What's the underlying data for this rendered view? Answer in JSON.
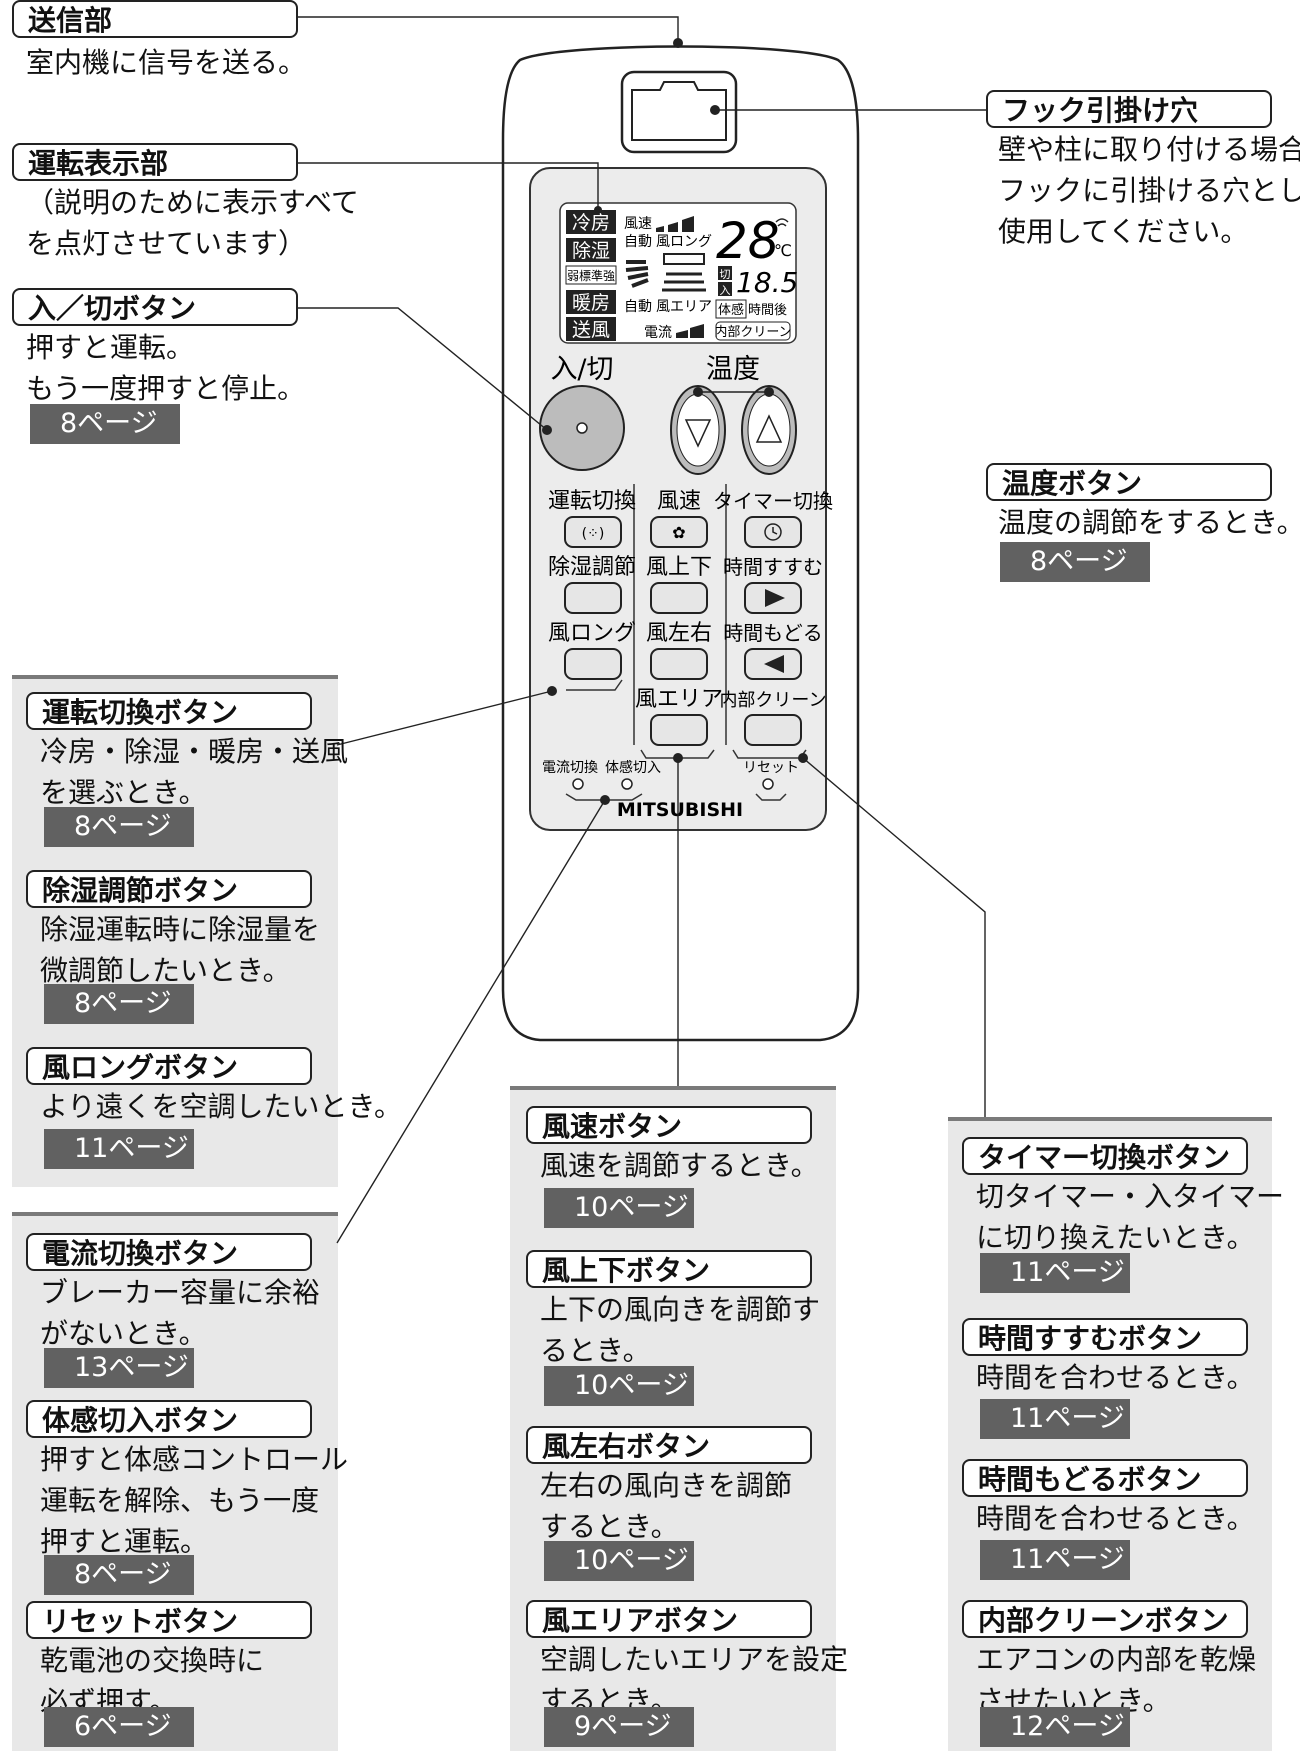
{
  "callouts": [
    {
      "id": "send",
      "label": "送信部",
      "lines": [
        "室内機に信号を送る。"
      ],
      "page": ""
    },
    {
      "id": "hook",
      "label": "フック引掛け穴",
      "lines": [
        "壁や柱に取り付ける場合、",
        "フックに引掛ける穴として",
        "使用してください。"
      ],
      "page": ""
    },
    {
      "id": "display",
      "label": "運転表示部",
      "lines": [
        "（説明のために表示すべて",
        "を点灯させています）"
      ],
      "page": ""
    },
    {
      "id": "power",
      "label": "入／切ボタン",
      "lines": [
        "押すと運転。",
        "もう一度押すと停止。"
      ],
      "page": "8ページ"
    },
    {
      "id": "temp",
      "label": "温度ボタン",
      "lines": [
        "温度の調節をするとき。"
      ],
      "page": "8ページ"
    },
    {
      "id": "mode",
      "label": "運転切換ボタン",
      "lines": [
        "冷房・除湿・暖房・送風",
        "を選ぶとき。"
      ],
      "page": "8ページ"
    },
    {
      "id": "dehum",
      "label": "除湿調節ボタン",
      "lines": [
        "除湿運転時に除湿量を",
        "微調節したいとき。"
      ],
      "page": "8ページ"
    },
    {
      "id": "long",
      "label": "風ロングボタン",
      "lines": [
        "より遠くを空調したいとき。"
      ],
      "page": "11ページ"
    },
    {
      "id": "current",
      "label": "電流切換ボタン",
      "lines": [
        "ブレーカー容量に余裕",
        "がないとき。"
      ],
      "page": "13ページ"
    },
    {
      "id": "sense",
      "label": "体感切入ボタン",
      "lines": [
        "押すと体感コントロール",
        "運転を解除、もう一度",
        "押すと運転。"
      ],
      "page": "8ページ"
    },
    {
      "id": "reset",
      "label": "リセットボタン",
      "lines": [
        "乾電池の交換時に",
        "必ず押す。"
      ],
      "page": "6ページ"
    },
    {
      "id": "fanspeed",
      "label": "風速ボタン",
      "lines": [
        "風速を調節するとき。"
      ],
      "page": "10ページ"
    },
    {
      "id": "updown",
      "label": "風上下ボタン",
      "lines": [
        "上下の風向きを調節す",
        "るとき。"
      ],
      "page": "10ページ"
    },
    {
      "id": "leftright",
      "label": "風左右ボタン",
      "lines": [
        "左右の風向きを調節",
        "するとき。"
      ],
      "page": "10ページ"
    },
    {
      "id": "area",
      "label": "風エリアボタン",
      "lines": [
        "空調したいエリアを設定",
        "するとき。"
      ],
      "page": "9ページ"
    },
    {
      "id": "timer",
      "label": "タイマー切換ボタン",
      "lines": [
        "切タイマー・入タイマー",
        "に切り換えたいとき。"
      ],
      "page": "11ページ"
    },
    {
      "id": "timefwd",
      "label": "時間すすむボタン",
      "lines": [
        "時間を合わせるとき。"
      ],
      "page": "11ページ"
    },
    {
      "id": "timeback",
      "label": "時間もどるボタン",
      "lines": [
        "時間を合わせるとき。"
      ],
      "page": "11ページ"
    },
    {
      "id": "clean",
      "label": "内部クリーンボタン",
      "lines": [
        "エアコンの内部を乾燥",
        "させたいとき。"
      ],
      "page": "12ページ"
    }
  ],
  "remote": {
    "brand": "MITSUBISHI",
    "power_label": "入/切",
    "temp_label": "温度",
    "col1": [
      "運転切換",
      "除湿調節",
      "風ロング"
    ],
    "col2": [
      "風速",
      "風上下",
      "風左右",
      "風エリア"
    ],
    "col3": [
      "タイマー切換",
      "時間すすむ",
      "時間もどる",
      "内部クリーン"
    ],
    "bottom": [
      "電流切換",
      "体感切入",
      "リセット"
    ],
    "lcd": {
      "modes": [
        "冷房",
        "除湿",
        "暖房",
        "送風"
      ],
      "levels": "弱標準強",
      "fan_speed": "風速",
      "auto": "自動",
      "wind_long": "風ロング",
      "wind_area": "風エリア",
      "temperature": "28",
      "unit": "℃",
      "on_off_a": "切",
      "on_off_b": "入",
      "timer_value": "18.5",
      "sense": "体感",
      "hours_after": "時間後",
      "current": "電流",
      "clean": "内部クリーン"
    }
  }
}
